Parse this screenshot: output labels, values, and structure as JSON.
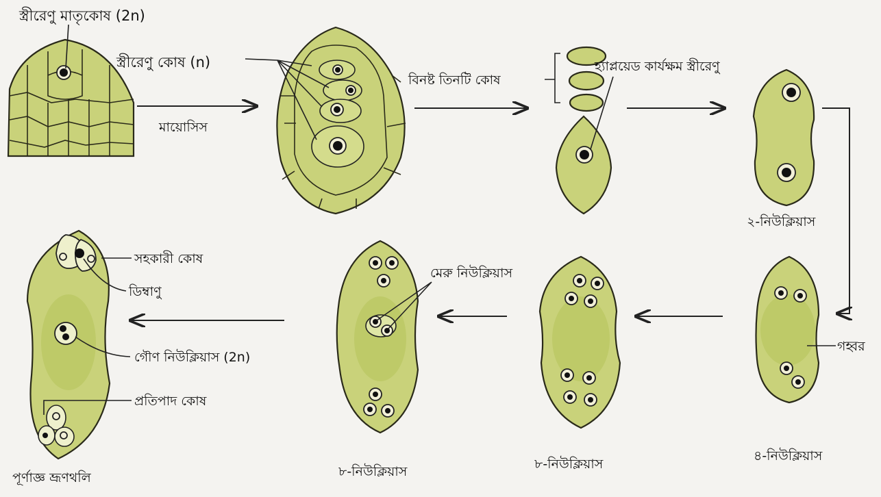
{
  "labels": {
    "megaspore_mother_cell": "স্ত্রীরেণু মাতৃকোষ (2n)",
    "megaspore_cells": "স্ত্রীরেণু কোষ (n)",
    "meiosis": "মায়োসিস",
    "degenerated_three_cells": "বিনষ্ট তিনটি কোষ",
    "haploid_functional_megaspore": "হ্যাপ্লয়েড কার্যক্ষম স্ত্রীরেণু",
    "two_nuclei": "২-নিউক্লিয়াস",
    "four_nuclei": "৪-নিউক্লিয়াস",
    "cavity": "গহ্বর",
    "eight_nuclei_a": "৮-নিউক্লিয়াস",
    "eight_nuclei_b": "৮-নিউক্লিয়াস",
    "polar_nuclei": "মেরু নিউক্লিয়াস",
    "synergid": "সহকারী কোষ",
    "egg_cell": "ডিম্বাণু",
    "secondary_nucleus": "গৌণ নিউক্লিয়াস (2n)",
    "antipodal_cells": "প্রতিপাদ কোষ",
    "mature_embryo_sac": "পূর্ণাজ্ঞ ভ্রূণথলি"
  },
  "colors": {
    "cell_fill": "#c9d27a",
    "outline": "#2a2a1a",
    "background": "#f4f3f0"
  }
}
